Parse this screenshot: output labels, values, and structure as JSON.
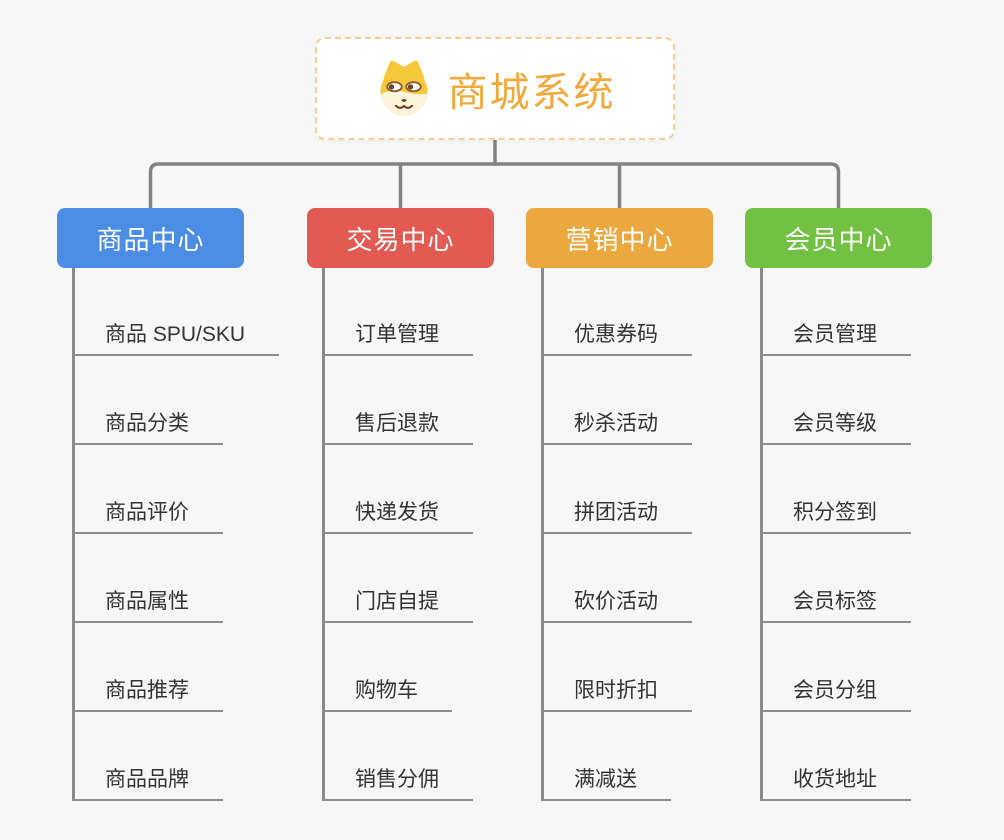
{
  "root": {
    "title": "商城系统",
    "icon": "dog-face-icon",
    "text_color": "#f2a93c",
    "border_color": "#f5ce92"
  },
  "branches": [
    {
      "label": "商品中心",
      "color": "#4b8de4",
      "items": [
        "商品 SPU/SKU",
        "商品分类",
        "商品评价",
        "商品属性",
        "商品推荐",
        "商品品牌"
      ]
    },
    {
      "label": "交易中心",
      "color": "#e25a52",
      "items": [
        "订单管理",
        "售后退款",
        "快递发货",
        "门店自提",
        "购物车",
        "销售分佣"
      ]
    },
    {
      "label": "营销中心",
      "color": "#eaa83e",
      "items": [
        "优惠券码",
        "秒杀活动",
        "拼团活动",
        "砍价活动",
        "限时折扣",
        "满减送"
      ]
    },
    {
      "label": "会员中心",
      "color": "#72c142",
      "items": [
        "会员管理",
        "会员等级",
        "积分签到",
        "会员标签",
        "会员分组",
        "收货地址"
      ]
    }
  ]
}
